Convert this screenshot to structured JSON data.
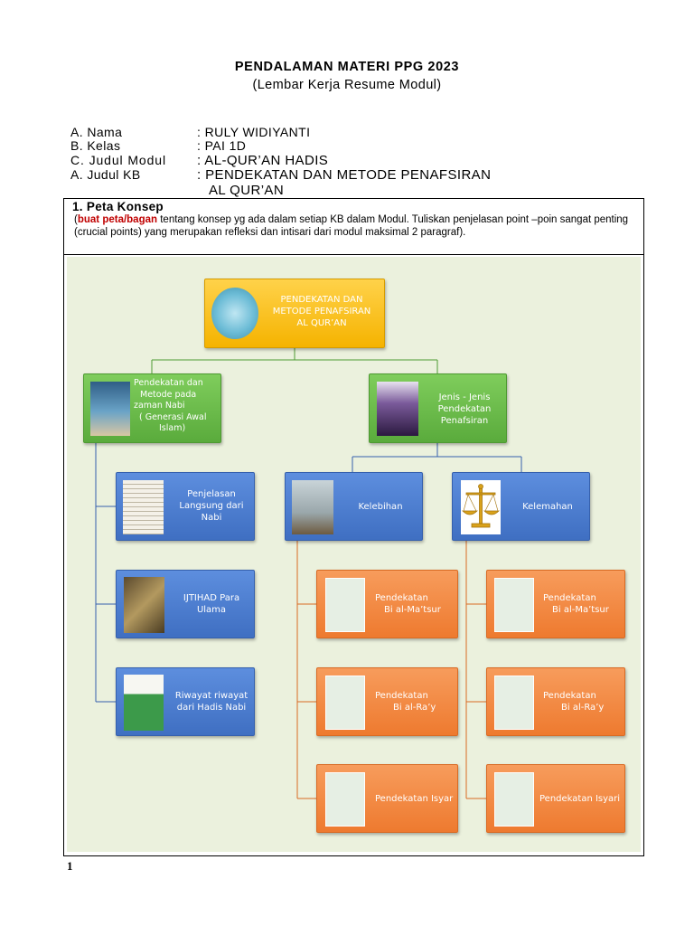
{
  "header": {
    "title": "PENDALAMAN MATERI PPG 2023",
    "subtitle": "(Lembar Kerja Resume Modul)"
  },
  "info": [
    {
      "key": "A.  Nama",
      "value": ": RULY WIDIYANTI"
    },
    {
      "key": "B.  Kelas",
      "value": ": PAI 1D"
    },
    {
      "key": "C.  Judul Modul",
      "value": ":  AL-QUR’AN HADIS"
    },
    {
      "key": "A.  Judul KB",
      "value": ":  PENDEKATAN DAN METODE PENAFSIRAN"
    }
  ],
  "info_value_cont": "AL QUR’AN",
  "section": {
    "title": "1. Peta Konsep",
    "desc_open": "(",
    "desc_red": "buat peta/bagan",
    "desc_rest": " tentang konsep yg ada dalam setiap KB dalam Modul. Tuliskan penjelasan point –poin sangat penting (crucial points) yang merupakan refleksi dan intisari dari modul maksimal 2 paragraf)."
  },
  "diagram": {
    "root": [
      "PENDEKATAN DAN",
      "METODE PENAFSIRAN",
      "AL QUR’AN"
    ],
    "left_branch": [
      "Pendekatan dan",
      "Metode pada",
      "zaman Nabi",
      "( Generasi Awal",
      "Islam)"
    ],
    "right_branch": [
      "Jenis - Jenis",
      "Pendekatan",
      "Penafsiran"
    ],
    "left_children": [
      [
        "Penjelasan",
        "Langsung dari",
        "Nabi"
      ],
      [
        "IJTIHAD Para",
        "Ulama"
      ],
      [
        "Riwayat riwayat",
        "dari Hadis Nabi"
      ]
    ],
    "kelebihan": "Kelebihan",
    "kelemahan": "Kelemahan",
    "kelebihan_items": [
      [
        "Pendekatan",
        "Bi al-Ma’tsur"
      ],
      [
        "Pendekatan",
        "Bi al-Ra’y"
      ],
      [
        "Pendekatan Isyar"
      ]
    ],
    "kelemahan_items": [
      [
        "Pendekatan",
        "Bi al-Ma’tsur"
      ],
      [
        "Pendekatan",
        "Bi al-Ra’y"
      ],
      [
        "Pendekatan Isyari"
      ]
    ]
  },
  "colors": {
    "green": "#5aab3c",
    "blue": "#3f6fc2",
    "orange": "#ee7a2f",
    "gold": "#f5b300",
    "canvas": "#ebf1dd",
    "red_text": "#c00000"
  },
  "footer": {
    "page_number": "1"
  }
}
